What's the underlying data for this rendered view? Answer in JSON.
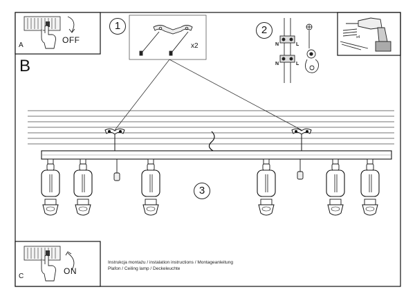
{
  "panels": {
    "a_label": "A",
    "b_label": "B",
    "c_label": "C"
  },
  "switch_off_text": "OFF",
  "switch_on_text": "ON",
  "steps": [
    "1",
    "2",
    "3"
  ],
  "hanger_qty": "x2",
  "wiring": {
    "n": "N",
    "l": "L"
  },
  "drill_qty": "x4",
  "footer": {
    "line1": "Instrukcja montażu / instalation instructions / Montageanleitung",
    "line2": "Plafon / Ceiling lamp / Deckeleuchte"
  }
}
